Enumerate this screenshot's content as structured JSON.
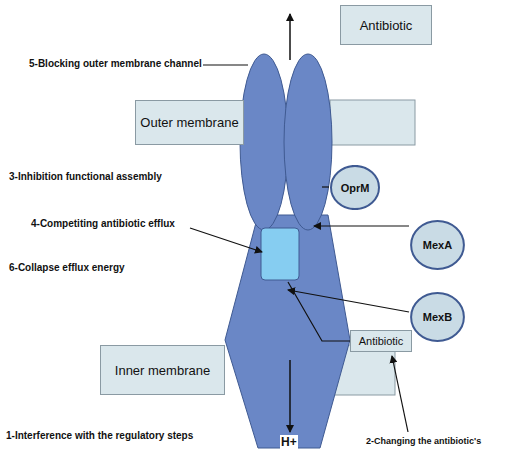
{
  "diagram": {
    "nodes": [
      {
        "text": [
          "Antibiotic"
        ]
      },
      {
        "text": [
          "Outer membrane"
        ]
      },
      {
        "text": [
          "OprM"
        ]
      },
      {
        "text": [
          "MexA"
        ]
      },
      {
        "text": [
          "MexB"
        ]
      },
      {
        "text": [
          "Antibiotic"
        ]
      },
      {
        "text": [
          "Inner membrane"
        ]
      }
    ],
    "labels": [
      "5-Blocking outer membrane channel",
      "3-Inhibition functional assembly",
      "4-Competiting antibiotic efflux",
      "6-Collapse efflux energy",
      "1-Interference with the regulatory steps",
      "2-Changing the antibiotic's",
      "H+"
    ]
  }
}
